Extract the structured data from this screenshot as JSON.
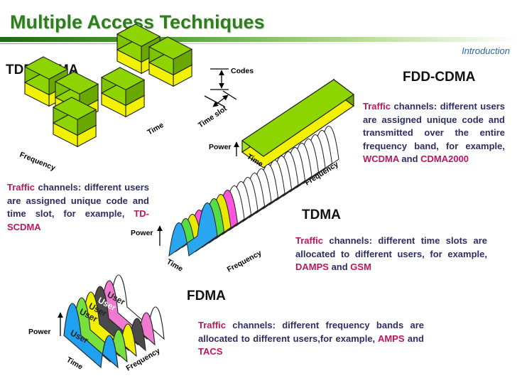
{
  "header": {
    "title": "Multiple Access Techniques",
    "section_label": "Introduction"
  },
  "tdd_cdma": {
    "heading": "TDD-CDMA",
    "description": {
      "lead": "Traffic",
      "text": " channels: different users are assigned unique code and time slot, for example, ",
      "example": "TD-SCDMA"
    },
    "axes": {
      "codes": "Codes",
      "time_slot": "Time slot",
      "time": "Time",
      "frequency": "Frequency"
    }
  },
  "fdd_cdma": {
    "heading": "FDD-CDMA",
    "description": {
      "lead": "Traffic",
      "text": " channels: different users are assigned unique code and transmitted over the entire frequency band, for example, ",
      "example1": "WCDMA",
      "and": " and ",
      "example2": "CDMA2000"
    },
    "axes": {
      "power": "Power",
      "time": "Time",
      "frequency": "Frequency"
    }
  },
  "tdma": {
    "heading": "TDMA",
    "description": {
      "lead": "Traffic",
      "text": " channels: different time slots are allocated to different users, for example, ",
      "example1": "DAMPS",
      "and": " and ",
      "example2": "GSM"
    },
    "axes": {
      "power": "Power",
      "time": "Time",
      "frequency": "Frequency"
    }
  },
  "fdma": {
    "heading": "FDMA",
    "description": {
      "lead": "Traffic",
      "text": " channels: different frequency bands are allocated to different users,for example, ",
      "example1": "AMPS",
      "and": " and ",
      "example2": "TACS"
    },
    "axes": {
      "power": "Power",
      "time": "Time",
      "frequency": "Frequency"
    },
    "user_label": "User",
    "user_colors": [
      "#1fa0f0",
      "#78e03c",
      "#f0f000",
      "#4a4a4a",
      "#f07ad0",
      "#ffffff"
    ]
  },
  "colors": {
    "title_green": "#2e7d1e",
    "block_green": "#8ed400",
    "block_yellow": "#f2f200",
    "highlight": "#c0155a",
    "text_navy": "#2e2e64",
    "intro_blue": "#2c62b8"
  }
}
